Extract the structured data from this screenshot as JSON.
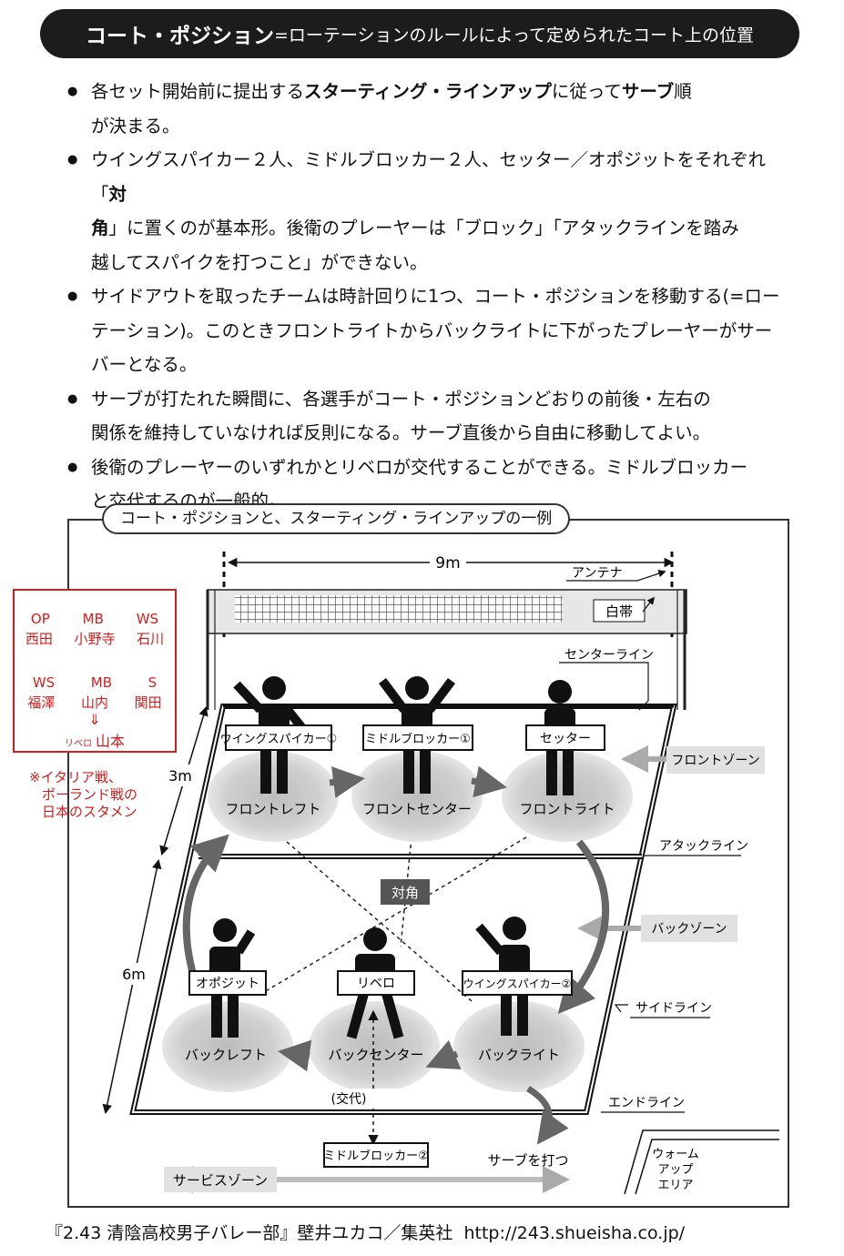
{
  "header": {
    "title_bold": "コート・ポジション",
    "title_rest": "=ローテーションのルールによって定められたコート上の位置"
  },
  "bullets": [
    [
      "各セット開始前に提出する",
      "スターティング・ラインアップ",
      "に従って",
      "サーブ",
      "順"
    ],
    [
      "が決まる。"
    ],
    [
      "ウイングスパイカー２人、ミドルブロッカー２人、セッター／オポジットをそれぞれ「",
      "対"
    ],
    [
      "角",
      "」に置くのが基本形。後衛のプレーヤーは「ブロック」「アタックラインを踏み"
    ],
    [
      "越してスパイクを打つこと」ができない。"
    ],
    [
      "サイドアウトを取ったチームは時計回りに1つ、コート・ポジションを移動する(=ロー"
    ],
    [
      "テーション)。このときフロントライトからバックライトに下がったプレーヤーがサー"
    ],
    [
      "バーとなる。"
    ],
    [
      "サーブが打たれた瞬間に、各選手がコート・ポジションどおりの前後・左右の"
    ],
    [
      "関係を維持していなければ反則になる。サーブ直後から自由に移動してよい。"
    ],
    [
      "後衛のプレーヤーのいずれかとリベロが交代することができる。ミドルブロッカー"
    ],
    [
      "と交代するのが一般的。"
    ]
  ],
  "diagram": {
    "title": "コート・ポジションと、スターティング・ラインアップの一例",
    "dim_9m": "9m",
    "dim_3m": "3m",
    "dim_6m": "6m",
    "antenna": "アンテナ",
    "white_band": "白帯",
    "center_line": "センターライン",
    "front_zone": "フロントゾーン",
    "attack_line": "アタックライン",
    "back_zone": "バックゾーン",
    "side_line": "サイドライン",
    "end_line": "エンドライン",
    "diagonal": "対角",
    "swap": "(交代)",
    "serve": "サーブを打つ",
    "service_zone": "サービスゾーン",
    "warmup": [
      "ウォーム",
      "アップ",
      "エリア"
    ],
    "players": {
      "fl_tag": "ウイングスパイカー①",
      "fc_tag": "ミドルブロッカー①",
      "fr_tag": "セッター",
      "bl_tag": "オポジット",
      "bc_tag": "リベロ",
      "br_tag": "ウイングスパイカー②",
      "sub_tag": "ミドルブロッカー②"
    },
    "positions": {
      "fl": "フロントレフト",
      "fc": "フロントセンター",
      "fr": "フロントライト",
      "bl": "バックレフト",
      "bc": "バックセンター",
      "br": "バックライト"
    }
  },
  "lineup": {
    "row1_pos": [
      "OP",
      "MB",
      "WS"
    ],
    "row1_names": [
      "西田",
      "小野寺",
      "石川"
    ],
    "row2_pos": [
      "WS",
      "MB",
      "S"
    ],
    "row2_names": [
      "福澤",
      "山内",
      "関田"
    ],
    "arrow": "⇓",
    "libero_prefix": "リベロ",
    "libero_name": "山本",
    "note": [
      "※イタリア戦、",
      "ポーランド戦の",
      "日本のスタメン"
    ]
  },
  "footer": {
    "citation": "『2.43 清陰高校男子バレー部』壁井ユカコ／集英社",
    "url": "http://243.shueisha.co.jp/"
  }
}
